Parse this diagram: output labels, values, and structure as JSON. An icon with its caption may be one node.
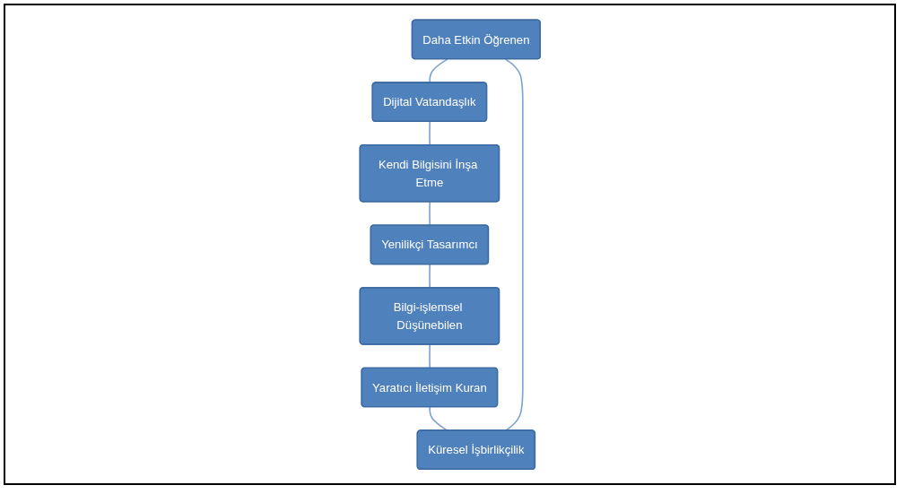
{
  "diagram": {
    "nodes": [
      {
        "text": [
          "Daha Etkin Öğrenen"
        ]
      },
      {
        "text": [
          "Küresel İşbirlikçilik"
        ]
      },
      {
        "text": [
          "Dijital Vatandaşlık"
        ]
      },
      {
        "text": [
          "Yaratıcı İletişim Kuran"
        ]
      },
      {
        "text": [
          "Kendi Bilgisini İnşa Etme"
        ]
      },
      {
        "text": [
          "Yenilikçi Tasarımcı"
        ]
      },
      {
        "text": [
          "Bilgi-işlemsel Düşünebilen"
        ]
      }
    ],
    "edges": [
      {
        "from": 0,
        "to": 2,
        "arrow": "none"
      },
      {
        "from": 2,
        "to": 4,
        "arrow": "none"
      },
      {
        "from": 4,
        "to": 5,
        "arrow": "none"
      },
      {
        "from": 5,
        "to": 6,
        "arrow": "none"
      },
      {
        "from": 6,
        "to": 3,
        "arrow": "none"
      },
      {
        "from": 3,
        "to": 1,
        "arrow": "none"
      },
      {
        "from": 1,
        "to": 0,
        "arrow": "none"
      }
    ]
  }
}
